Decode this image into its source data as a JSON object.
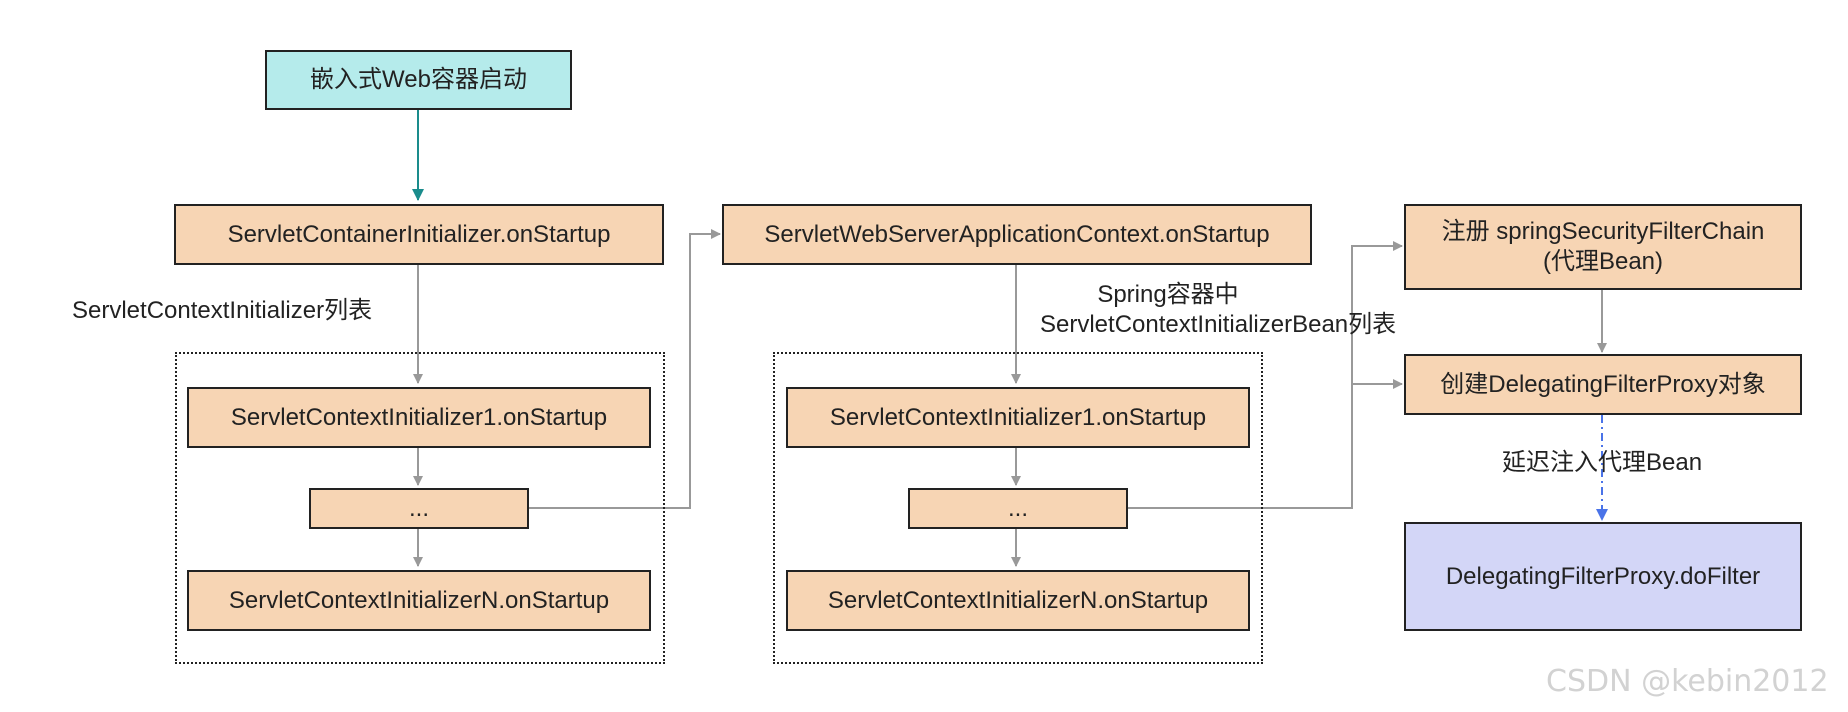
{
  "nodes": {
    "embedded_start": "嵌入式Web容器启动",
    "servlet_container_init": "ServletContainerInitializer.onStartup",
    "web_server_app_ctx": "ServletWebServerApplicationContext.onStartup",
    "register_chain_line1": "注册 springSecurityFilterChain",
    "register_chain_line2": "(代理Bean)",
    "create_proxy": "创建DelegatingFilterProxy对象",
    "do_filter": "DelegatingFilterProxy.doFilter"
  },
  "group_left": {
    "caption": "ServletContextInitializer列表",
    "first": "ServletContextInitializer1.onStartup",
    "ellipsis": "...",
    "last": "ServletContextInitializerN.onStartup"
  },
  "group_middle": {
    "caption_line1": "Spring容器中",
    "caption_line2": "ServletContextInitializerBean列表",
    "first": "ServletContextInitializer1.onStartup",
    "ellipsis": "...",
    "last": "ServletContextInitializerN.onStartup"
  },
  "edge_labels": {
    "lazy_inject": "延迟注入代理Bean"
  },
  "watermark": "CSDN @kebin2012",
  "colors": {
    "start_fill": "#b5ebeb",
    "step_fill": "#f7d5b4",
    "final_fill": "#d3d6f7",
    "teal_arrow": "#1a8c8c",
    "gray_arrow": "#999999",
    "blue_arrow": "#4a73e8",
    "watermark": "#d2d2d2"
  }
}
